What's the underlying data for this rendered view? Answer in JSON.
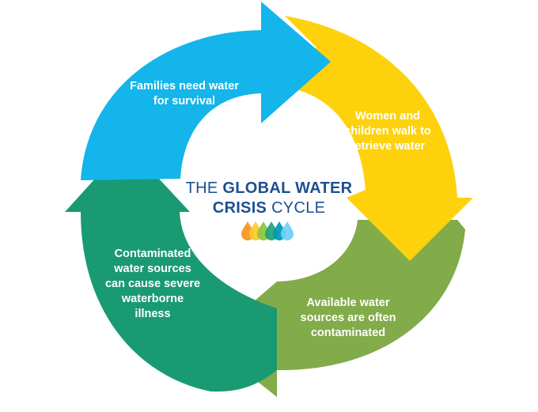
{
  "title": {
    "line1_light": "THE",
    "line1_bold": "GLOBAL WATER",
    "line2_bold": "CRISIS",
    "line2_light": "CYCLE"
  },
  "segments": [
    {
      "label": "Families need water\nfor survival",
      "color": "#13b5ea"
    },
    {
      "label": "Women and\nchildren walk to\nretrieve water",
      "color": "#fdd20c"
    },
    {
      "label": "Available water\nsources are often\ncontaminated",
      "color": "#82ab49"
    },
    {
      "label": "Contaminated\nwater sources\ncan cause severe\nwaterborne\nillness",
      "color": "#1a9a72"
    }
  ],
  "drop_colors": [
    "#f7941d",
    "#fdc82f",
    "#8cc63f",
    "#1fa37a",
    "#0097b9",
    "#6dcff6"
  ]
}
